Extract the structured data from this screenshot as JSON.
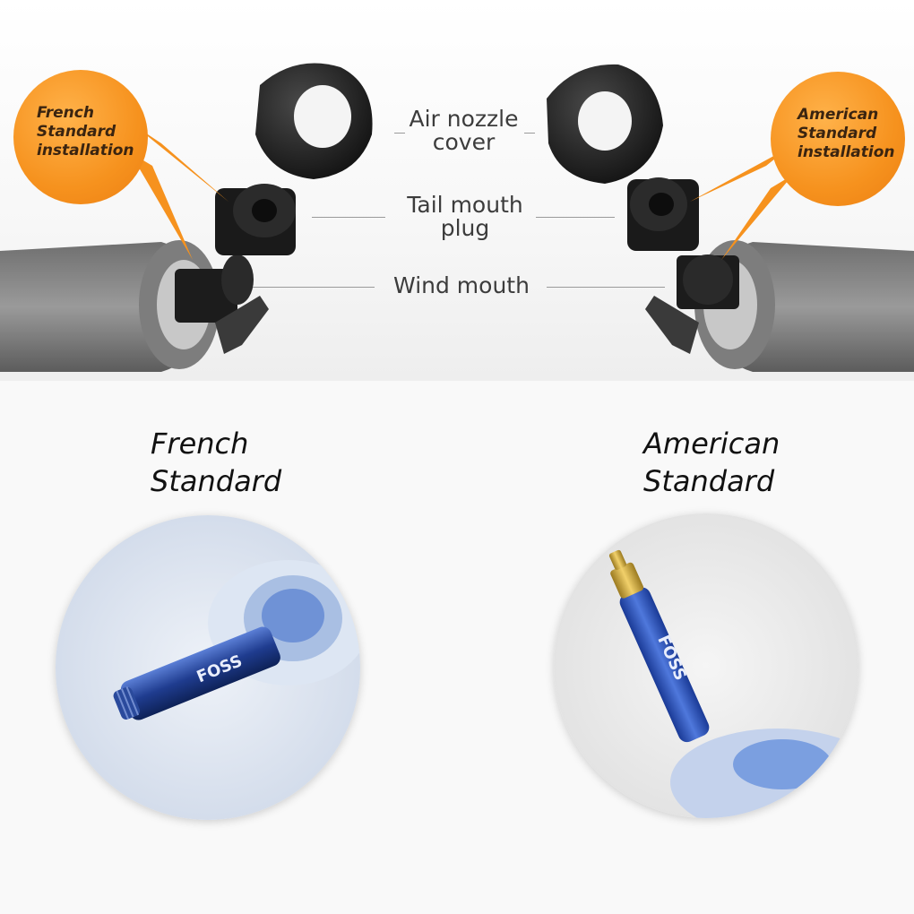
{
  "top_section": {
    "callout_left": {
      "text": "French\nStandard\ninstallation"
    },
    "callout_right": {
      "text": "American\nStandard\ninstallation"
    },
    "labels": {
      "air_nozzle_cover": "Air nozzle\ncover",
      "tail_mouth_plug": "Tail mouth\nplug",
      "wind_mouth": "Wind mouth"
    }
  },
  "bottom_section": {
    "french_title": "French\nStandard",
    "american_title": "American\nStandard",
    "french_valve_brand": "FOSS",
    "american_valve_brand": "FOSS"
  },
  "colors": {
    "callout_orange": "#f6921e",
    "valve_blue": "#2d4fa8",
    "brass": "#c9a23a"
  }
}
